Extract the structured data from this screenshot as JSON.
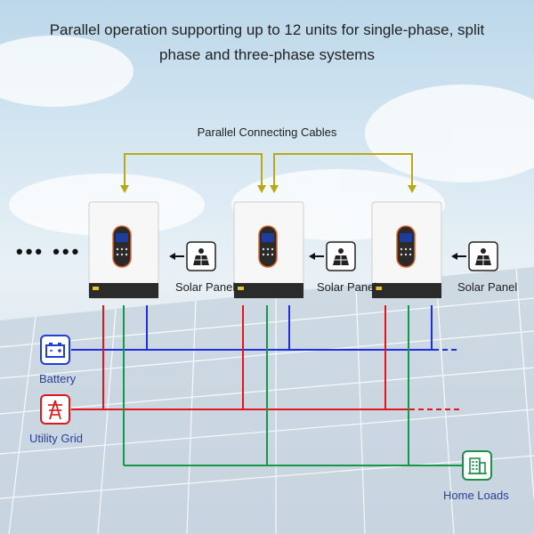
{
  "headline": {
    "line1": "Parallel operation supporting up to 12 units for single-phase, split",
    "line2": "phase and three-phase systems"
  },
  "cables_label": "Parallel Connecting Cables",
  "more_units": "••• •••",
  "solar_label": "Solar Panel",
  "battery_label": "Battery",
  "grid_label": "Utility Grid",
  "home_label": "Home Loads",
  "colors": {
    "cable": "#b9a818",
    "battery_line": "#1f2fe0",
    "grid_line": "#e4161c",
    "home_line": "#14974a",
    "battery_icon": "#1f3fd6",
    "grid_icon": "#d81b1b",
    "home_icon": "#1f8f4a"
  }
}
